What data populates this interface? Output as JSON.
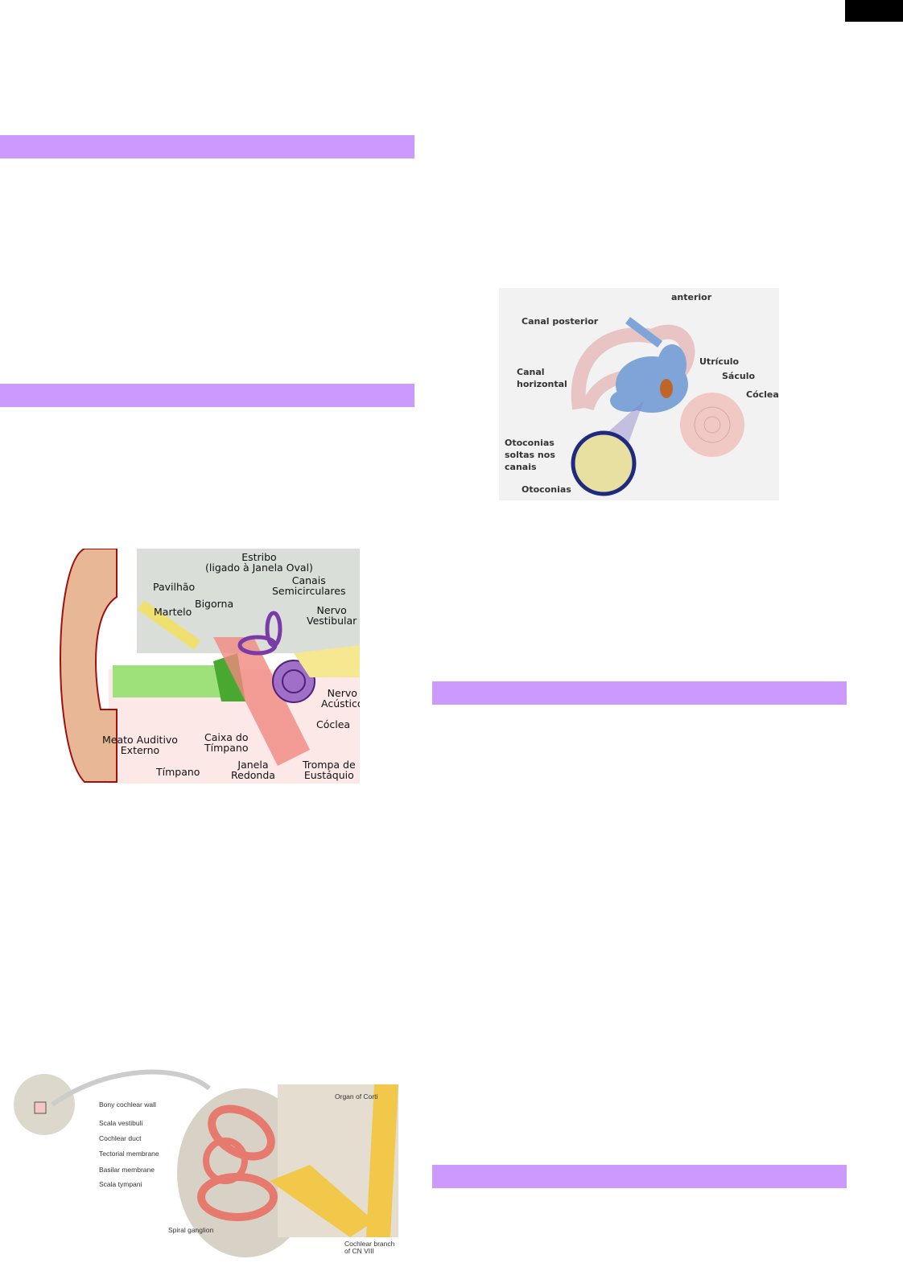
{
  "colors": {
    "section_bar": "#cc9afe",
    "corner_block": "#000000"
  },
  "figures": {
    "ear_anatomy": {
      "labels": {
        "estribo": "Estribo\n(ligado à Janela Oval)",
        "pavilhao": "Pavilhão",
        "canais": "Canais\nSemicirculares",
        "bigorna": "Bigorna",
        "martelo": "Martelo",
        "nervo_vestibular": "Nervo\nVestibular",
        "nervo_acustico": "Nervo\nAcústico",
        "coclea": "Cóclea",
        "meato": "Meato Auditivo\nExterno",
        "caixa": "Caixa do\nTímpano",
        "timpano": "Tímpano",
        "janela": "Janela\nRedonda",
        "trompa": "Trompa de\nEustáquio"
      }
    },
    "vestibular": {
      "labels": {
        "anterior": "anterior",
        "canal_posterior": "Canal posterior",
        "canal_horizontal": "Canal\nhorizontal",
        "utriculo": "Utrículo",
        "saculo": "Sáculo",
        "coclea": "Cóclea",
        "otoconias_soltas": "Otoconias\nsoltas nos\ncanais",
        "otoconias": "Otoconias"
      }
    },
    "cochlea_section": {
      "labels": {
        "bony_wall": "Bony cochlear wall",
        "scala_vestibuli": "Scala vestibuli",
        "cochlear_duct": "Cochlear duct",
        "tectorial": "Tectorial membrane",
        "basilar": "Basilar membrane",
        "scala_tympani": "Scala tympani",
        "organ_corti": "Organ of Corti",
        "spiral_ganglion": "Spiral ganglion",
        "cochlear_branch": "Cochlear branch\nof CN VIII"
      }
    }
  }
}
